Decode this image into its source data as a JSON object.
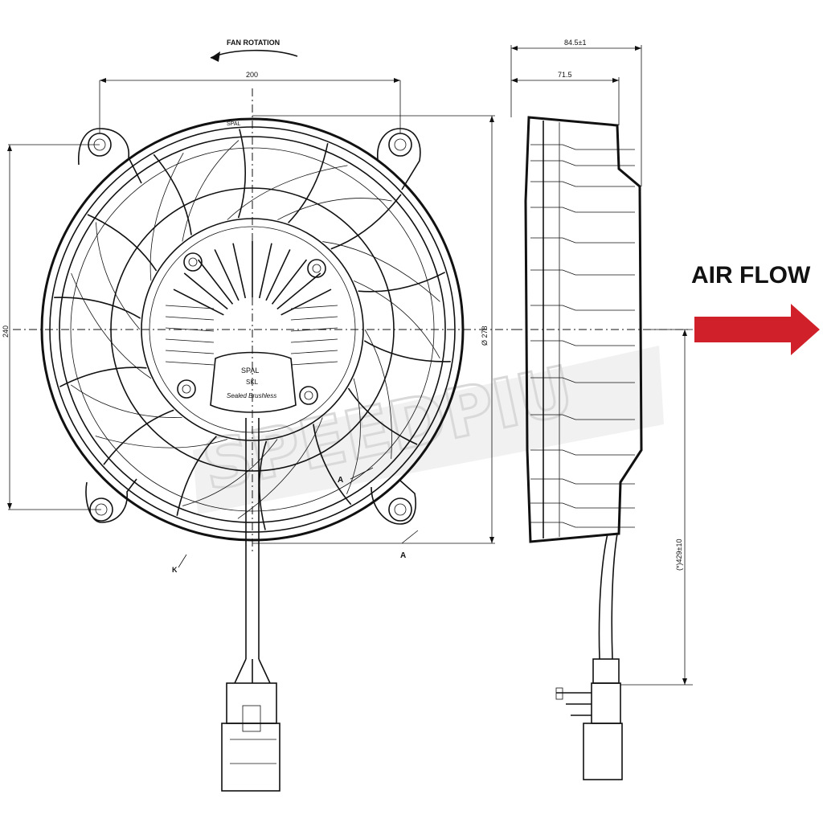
{
  "labels": {
    "fan_rotation": "FAN ROTATION",
    "dim_200": "200",
    "dim_240": "240",
    "dim_278": "Ø 278",
    "dim_84_5": "84.5±1",
    "dim_71_5": "71.5",
    "dim_cable": "(*)429±10",
    "section_a": "A",
    "section_k": "K",
    "hub_brand": "SPAL",
    "hub_model": "SKL",
    "hub_motor": "Sealed Brushless",
    "ring_text": "SPAL"
  },
  "airflow": {
    "label": "AIR FLOW",
    "arrow_color": "#d0202a"
  },
  "watermark": {
    "text": "SPEEDPIU",
    "color": "#bbbbbb"
  }
}
